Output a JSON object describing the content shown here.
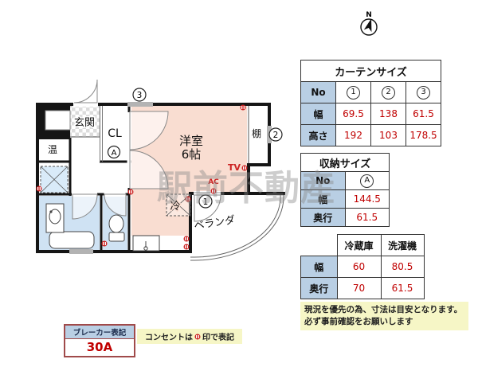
{
  "compass": {
    "north_label": "N"
  },
  "watermark": "駅前不動産",
  "plan": {
    "entrance": "玄関",
    "water_heater": "温",
    "closet": "CL",
    "main_room_name": "洋室",
    "main_room_size": "6帖",
    "shelf": "棚",
    "veranda": "ベランダ",
    "fridge_space": "冷",
    "tv_label": "TV",
    "ac_label": "AC"
  },
  "markers": {
    "m1": "1",
    "m2": "2",
    "m3": "3",
    "ma": "A"
  },
  "tables": {
    "curtain": {
      "title": "カーテンサイズ",
      "no_label": "No",
      "rows": [
        {
          "label": "幅",
          "values": [
            "69.5",
            "138",
            "61.5"
          ]
        },
        {
          "label": "高さ",
          "values": [
            "192",
            "103",
            "178.5"
          ]
        }
      ]
    },
    "storage": {
      "title": "収納サイズ",
      "no_label": "No",
      "rows": [
        {
          "label": "幅",
          "values": [
            "144.5"
          ]
        },
        {
          "label": "奥行",
          "values": [
            "61.5"
          ]
        }
      ]
    },
    "appliance": {
      "col1": "冷蔵庫",
      "col2": "洗濯機",
      "rows": [
        {
          "label": "幅",
          "values": [
            "60",
            "80.5"
          ]
        },
        {
          "label": "奥行",
          "values": [
            "70",
            "61.5"
          ]
        }
      ]
    }
  },
  "notes": {
    "caution1": "現況を優先の為、寸法は目安となります。",
    "caution2": "必ず事前確認をお願いします",
    "breaker_label": "ブレーカー表記",
    "breaker_value": "30A",
    "outlet_pre": "コンセントは",
    "outlet_post": "印で表記"
  },
  "colors": {
    "room_pink": "#f9ddd1",
    "wet_blue": "#cfe2f3",
    "header_blue": "#b9cfe4",
    "value_red": "#c00000",
    "note_yellow": "#f6f6c6",
    "outlet_red": "#cc2222"
  }
}
